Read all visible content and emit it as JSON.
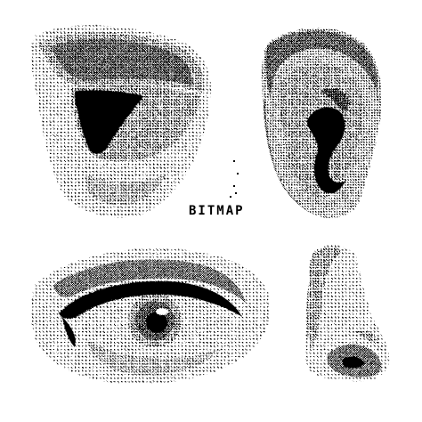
{
  "wordmark": {
    "text": "BITMAP"
  },
  "illustrations": [
    {
      "name": "mouth",
      "icon": "mouth-halftone-icon"
    },
    {
      "name": "ear",
      "icon": "ear-halftone-icon"
    },
    {
      "name": "eye",
      "icon": "eye-halftone-icon"
    },
    {
      "name": "nose",
      "icon": "nose-halftone-icon"
    }
  ],
  "colors": {
    "background": "#ffffff",
    "ink": "#000000"
  }
}
